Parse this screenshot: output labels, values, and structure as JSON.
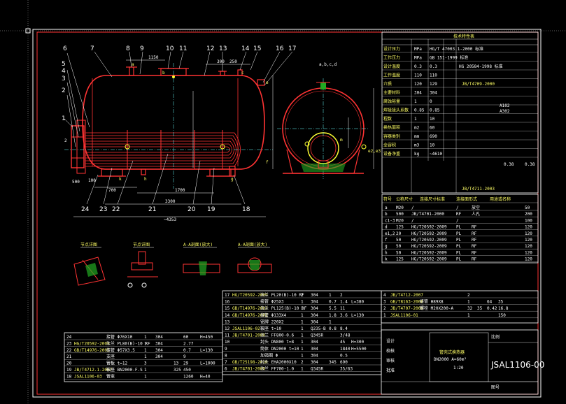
{
  "drawing": {
    "callouts_top": [
      "6",
      "7",
      "8",
      "9",
      "10",
      "11",
      "12",
      "13",
      "14",
      "15",
      "16",
      "17"
    ],
    "callouts_left": [
      "5",
      "4",
      "3",
      "2",
      "1"
    ],
    "callouts_bottom": [
      "24",
      "23",
      "22",
      "21",
      "20",
      "19",
      "18"
    ],
    "dimensions": {
      "d1150": "1150",
      "d300": "300",
      "d250": "250",
      "d700": "700",
      "d1700": "1700",
      "d3300": "3300",
      "d4353": "~4353",
      "d100": "100",
      "d500": "500",
      "d2": "2"
    },
    "nozzle_letters": {
      "a": "a",
      "b": "b",
      "c": "c",
      "e": "e",
      "f": "f",
      "g": "g",
      "h": "h",
      "k": "k",
      "m": "m",
      "abcd": "a,b,c,d",
      "e2e3": "e2,e3"
    },
    "detail_views": [
      "节点详图",
      "节点详图",
      "A-A剖面(放大)",
      "A-A剖面(放大)"
    ]
  },
  "spec_table": {
    "title": "技术特性表",
    "rows": [
      [
        "设计压力",
        "MPa",
        "HG/T 47003.1-2000 标准"
      ],
      [
        "工作压力",
        "MPa",
        "GB 151-1999 标准"
      ],
      [
        "设计温度",
        "0.3",
        "0.3",
        "HG 20584-1998 标准"
      ],
      [
        "工作温度",
        "110",
        "110"
      ],
      [
        "介质",
        "120",
        "129"
      ],
      [
        "主要材料",
        "304",
        "304"
      ],
      [
        "腐蚀裕量",
        "1",
        "0"
      ],
      [
        "焊接接头系数",
        "0.85",
        "0.85"
      ],
      [
        "程数",
        "1",
        "10"
      ],
      [
        "换热面积",
        "m2",
        "60"
      ],
      [
        "容器类别",
        "mm",
        "690"
      ],
      [
        "全容积",
        "m3",
        "10"
      ],
      [
        "设备净重",
        "kg",
        "~4610"
      ]
    ],
    "weld_code": "JB/T4709-2000",
    "footer": "JB/T4711-2003",
    "values_right": [
      "A102",
      "A302",
      "0.38",
      "0.38"
    ]
  },
  "nozzle_table": {
    "header": [
      "符号",
      "公称尺寸",
      "连接尺寸标准",
      "连接面形式",
      "用途或名称"
    ],
    "rows": [
      [
        "a",
        "M20",
        "/",
        "/",
        "放空",
        "50"
      ],
      [
        "b",
        "500",
        "JB/T4701-2000",
        "RF",
        "人孔",
        "200"
      ],
      [
        "c1-3",
        "M20",
        "/",
        "/",
        "",
        "100"
      ],
      [
        "d",
        "125",
        "HG/T20592-2009",
        "PL",
        "RF",
        "120"
      ],
      [
        "e1,2",
        "20",
        "HG/T20592-2009",
        "PL",
        "RF",
        "120"
      ],
      [
        "f",
        "50",
        "HG/T20592-2009",
        "PL",
        "RF",
        "120"
      ],
      [
        "g",
        "50",
        "HG/T20592-2009",
        "PL",
        "RF",
        "120"
      ],
      [
        "h",
        "50",
        "HG/T20592-2009",
        "PL",
        "RF",
        "120"
      ],
      [
        "k",
        "125",
        "HG/T20592-2009",
        "PL",
        "RF",
        "120"
      ]
    ]
  },
  "bom_right": {
    "rows": [
      [
        "17",
        "HG/T20592-2009",
        "法兰 PL20(B)-10 RF",
        "2",
        "304",
        "1",
        "2",
        ""
      ],
      [
        "16",
        "",
        "接管 Φ25X3",
        "1",
        "304",
        "0.7",
        "1.4",
        "L=380"
      ],
      [
        "15",
        "GB/T14976-2002",
        "法兰 PL125(B)-10 RF",
        "1",
        "304",
        "5.5",
        "11",
        ""
      ],
      [
        "14",
        "GB/T14976-2002",
        "接管 Φ133X4",
        "1",
        "304",
        "1.8",
        "3.6",
        "L=130"
      ],
      [
        "13",
        "",
        "铭牌 220X2",
        "1",
        "304",
        "1",
        "",
        ""
      ],
      [
        "12",
        "JSAL1106-02",
        "鞍座 t=10",
        "1",
        "Q235-B",
        "0.8",
        "8.4",
        ""
      ],
      [
        "11",
        "JB/T4701-2000",
        "法兰 FF800-0.6",
        "1",
        "Q345R",
        "",
        "3/48",
        ""
      ],
      [
        "10",
        "",
        "封头 DN800 t=8",
        "1",
        "304",
        "",
        "45",
        "H=300"
      ],
      [
        "9",
        "",
        "筒体 DN2000 t=10",
        "1",
        "304",
        "",
        "1840",
        "H=5500"
      ],
      [
        "8",
        "",
        "加强圈 Φ",
        "1",
        "304",
        "",
        "0.5",
        ""
      ],
      [
        "7",
        "GB/T25198-2010",
        "封头 EHA2000X10",
        "2",
        "304",
        "345",
        "690",
        ""
      ],
      [
        "6",
        "JB/T4701-2000",
        "法兰 FF700-1.0",
        "1",
        "Q345R",
        "",
        "35/63",
        ""
      ]
    ],
    "side_rows": [
      [
        "4",
        "JB/T4712-2007",
        "",
        "2",
        "",
        "",
        "",
        ""
      ],
      [
        "3",
        "GB/T8163-2008",
        "接管 Φ89X8",
        "1",
        "",
        "64",
        "35",
        ""
      ],
      [
        "2",
        "JB/T4707-2000",
        "螺栓 M20X200-A",
        "32",
        "35",
        "0.42",
        "16.8",
        ""
      ],
      [
        "1",
        "JSAL1106-01",
        "",
        "1",
        "",
        "",
        "150",
        ""
      ]
    ]
  },
  "bom_left": {
    "rows": [
      [
        "24",
        "",
        "接管 Φ76X10",
        "1",
        "304",
        "",
        "60",
        "H=450"
      ],
      [
        "23",
        "HG/T20592-2009",
        "法兰 PL80(B)-10 RF",
        "1",
        "304",
        "",
        "2.77",
        ""
      ],
      [
        "22",
        "GB/T14976-2002",
        "接管 Φ57X3.5",
        "1",
        "304",
        "",
        "0.7",
        "L=130"
      ],
      [
        "21",
        "",
        "支座",
        "1",
        "304",
        "",
        "9",
        ""
      ],
      [
        "20",
        "",
        "管板 t=12",
        "3",
        "",
        "13",
        "29",
        "L=1000"
      ],
      [
        "19",
        "JB/T4712.1-2007",
        "鞍座 BN2000-F.S",
        "1",
        "",
        "325",
        "450",
        ""
      ],
      [
        "18",
        "JSAL1106-03",
        "管束",
        "1",
        "",
        "",
        "1260",
        "H=40"
      ]
    ]
  },
  "title_block": {
    "equipment_name": "管壳式换热器",
    "spec_line": "DN2000   A=60m²",
    "scale": "1:20",
    "drawing_number": "JSAL1106-00",
    "labels": [
      "设计",
      "校核",
      "审核",
      "批准",
      "比例",
      "图号"
    ]
  }
}
